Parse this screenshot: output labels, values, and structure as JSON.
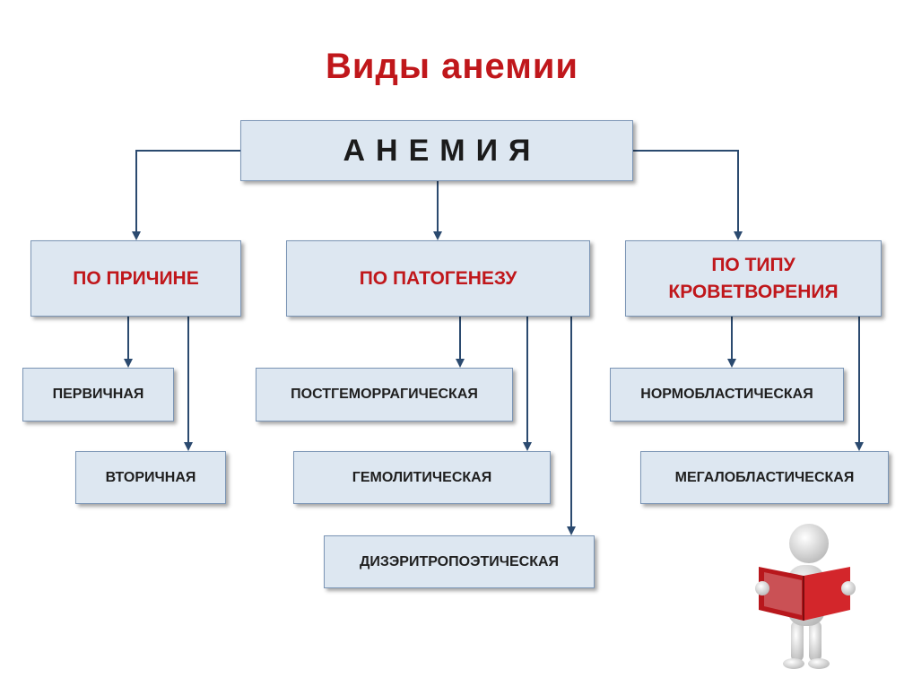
{
  "title": "Виды  анемии",
  "root": "АНЕМИЯ",
  "categories": [
    {
      "label": "ПО ПРИЧИНЕ",
      "children": [
        "ПЕРВИЧНАЯ",
        "ВТОРИЧНАЯ"
      ]
    },
    {
      "label": "ПО ПАТОГЕНЕЗУ",
      "children": [
        "ПОСТГЕМОРРАГИЧЕСКАЯ",
        "ГЕМОЛИТИЧЕСКАЯ",
        "ДИЗЭРИТРОПОЭТИЧЕСКАЯ"
      ]
    },
    {
      "label_lines": [
        "ПО ТИПУ",
        "КРОВЕТВОРЕНИЯ"
      ],
      "children": [
        "НОРМОБЛАСТИЧЕСКАЯ",
        "МЕГАЛОБЛАСТИЧЕСКАЯ"
      ]
    }
  ],
  "colors": {
    "accent": "#c0171b",
    "box_fill": "#dde7f1",
    "connector": "#2b4a6f"
  },
  "icons": [
    "reading-figure-icon"
  ]
}
